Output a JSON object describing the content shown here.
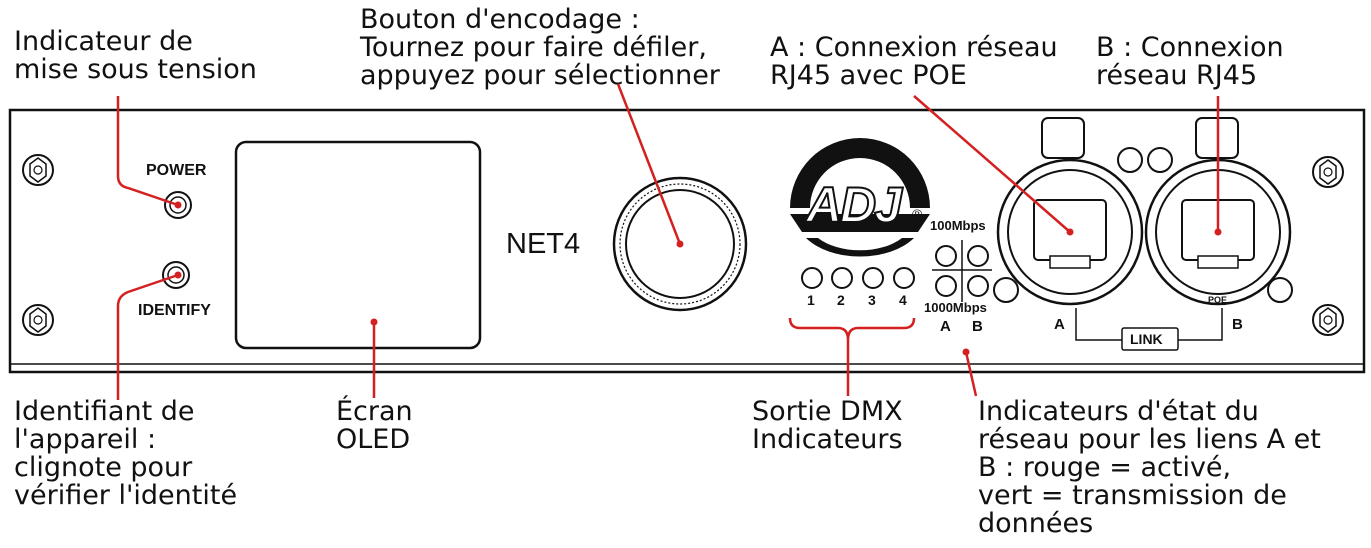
{
  "callouts": {
    "power_indicator": [
      "Indicateur de",
      "mise sous tension"
    ],
    "encoder_button": [
      "Bouton d'encodage :",
      "Tournez pour faire défiler,",
      "appuyez pour sélectionner"
    ],
    "link_a": [
      "A : Connexion réseau",
      "RJ45 avec POE"
    ],
    "link_b": [
      "B : Connexion",
      "réseau RJ45"
    ],
    "identify": [
      "Identifiant de",
      "l'appareil :",
      "clignote pour",
      "vérifier l'identité"
    ],
    "oled": [
      "Écran",
      "OLED"
    ],
    "dmx": [
      "Sortie DMX",
      "Indicateurs"
    ],
    "network_status": [
      "Indicateurs d'état du",
      "réseau pour les liens A et",
      "B : rouge = activé,",
      "vert = transmission de",
      "données"
    ]
  },
  "panel": {
    "power_label": "POWER",
    "identify_label": "IDENTIFY",
    "model": "NET4",
    "brand_logo": "ADJ",
    "registered_mark": "®",
    "dmx_numbers": [
      "1",
      "2",
      "3",
      "4"
    ],
    "speed_100": "100Mbps",
    "speed_1000": "1000Mbps",
    "led_col_a": "A",
    "led_col_b": "B",
    "port_a": "A",
    "port_b": "B",
    "poe_mark": "POE",
    "link_label": "LINK"
  },
  "colors": {
    "pointer": "#d42020",
    "outline": "#111111"
  }
}
